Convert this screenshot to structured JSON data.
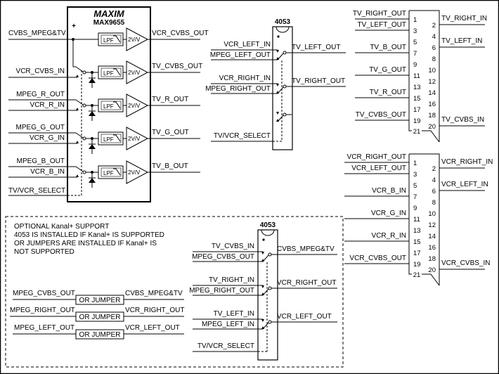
{
  "max9655": {
    "logo": "MAXIM",
    "part": "MAX9655",
    "plus": "+",
    "lpf": "LPF",
    "gain": "2V/V",
    "inputs": [
      "CVBS_MPEG&TV",
      "VCR_CVBS_IN",
      "MPEG_R_OUT",
      "VCR_R_IN",
      "MPEG_G_OUT",
      "VCR_G_IN",
      "MPEG_B_OUT",
      "VCR_B_IN"
    ],
    "select": "TV/VCR_SELECT",
    "outputs": [
      "VCR_CVBS_OUT",
      "TV_CVBS_OUT",
      "TV_R_OUT",
      "TV_G_OUT",
      "TV_B_OUT"
    ]
  },
  "mux_top": {
    "part": "4053",
    "inputs": [
      "VCR_LEFT_IN",
      "MPEG_LEFT_OUT",
      "VCR_RIGHT_IN",
      "MPEG_RIGHT_OUT"
    ],
    "outputs": [
      "TV_LEFT_OUT",
      "TV_RIGHT_OUT"
    ],
    "select": "TV/VCR_SELECT"
  },
  "mux_bottom": {
    "part": "4053",
    "inputs": [
      "TV_CVBS_IN",
      "MPEG_CVBS_OUT",
      "TV_RIGHT_IN",
      "MPEG_RIGHT_OUT",
      "TV_LEFT_IN",
      "MPEG_LEFT_IN"
    ],
    "outputs": [
      "CVBS_MPEG&TV",
      "VCR_RIGHT_OUT",
      "VCR_LEFT_OUT"
    ],
    "select": "TV/VCR_SELECT"
  },
  "tv_scart": {
    "pins": [
      "1",
      "2",
      "3",
      "4",
      "5",
      "6",
      "7",
      "8",
      "9",
      "10",
      "11",
      "12",
      "13",
      "14",
      "15",
      "16",
      "17",
      "18",
      "19",
      "20",
      "21"
    ],
    "left": [
      "TV_RIGHT_OUT",
      "TV_LEFT_OUT",
      "TV_B_OUT",
      "TV_G_OUT",
      "TV_R_OUT",
      "TV_CVBS_OUT"
    ],
    "right": [
      "TV_RIGHT_IN",
      "TV_LEFT_IN",
      "TV_CVBS_IN"
    ]
  },
  "vcr_scart": {
    "pins": [
      "1",
      "2",
      "3",
      "4",
      "5",
      "6",
      "7",
      "8",
      "9",
      "10",
      "11",
      "12",
      "13",
      "14",
      "15",
      "16",
      "17",
      "18",
      "19",
      "20",
      "21"
    ],
    "left": [
      "VCR_RIGHT_OUT",
      "VCR_LEFT_OUT",
      "VCR_B_IN",
      "VCR_G_IN",
      "VCR_R_IN",
      "VCR_CVBS_OUT"
    ],
    "right": [
      "VCR_RIGHT_IN",
      "VCR_LEFT_IN",
      "VCR_CVBS_IN"
    ]
  },
  "optional": {
    "notes": [
      "OPTIONAL Kanal+ SUPPORT",
      "4053 IS INSTALLED IF Kanal+ IS SUPPORTED",
      "OR JUMPERS ARE INSTALLED IF Kanal+ IS",
      "NOT SUPPORTED"
    ],
    "jumpers": [
      {
        "from": "MPEG_CVBS_OUT",
        "label": "OR JUMPER",
        "to": "CVBS_MPEG&TV"
      },
      {
        "from": "MPEG_RIGHT_OUT",
        "label": "OR JUMPER",
        "to": "VCR_RIGHT_OUT"
      },
      {
        "from": "MPEG_LEFT_OUT",
        "label": "OR JUMPER",
        "to": "VCR_LEFT_OUT"
      }
    ]
  }
}
